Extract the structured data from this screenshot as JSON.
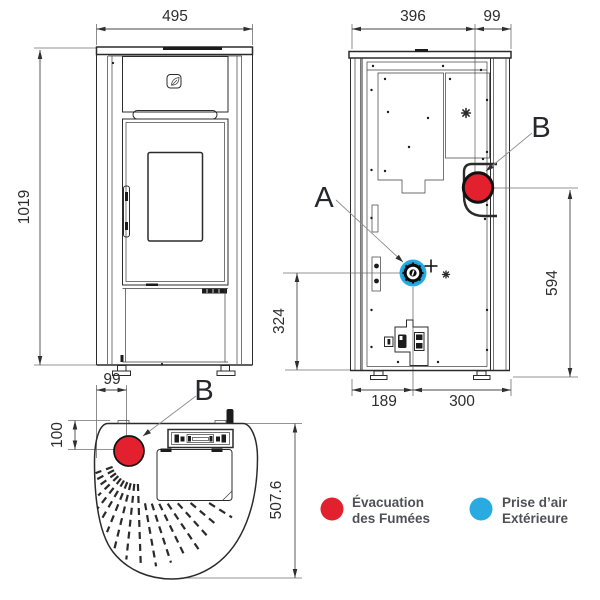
{
  "colors": {
    "red": "#e3212e",
    "blue": "#29abe2",
    "line": "#2b2b2b"
  },
  "front_view": {
    "width": "495",
    "height": "1019"
  },
  "rear_view": {
    "width_main": "396",
    "flue_offset": "99",
    "height_flue": "594",
    "height_air_inlet": "324",
    "bottom_left": "189",
    "bottom_right": "300",
    "label_a": "A",
    "label_b": "B"
  },
  "top_view": {
    "offset_x": "99",
    "offset_y": "100",
    "depth": "507.6",
    "label_b": "B"
  },
  "legend": {
    "smoke": {
      "line1": "Évacuation",
      "line2": "des Fumées"
    },
    "air": {
      "line1": "Prise d’air",
      "line2": "Extérieure"
    }
  }
}
